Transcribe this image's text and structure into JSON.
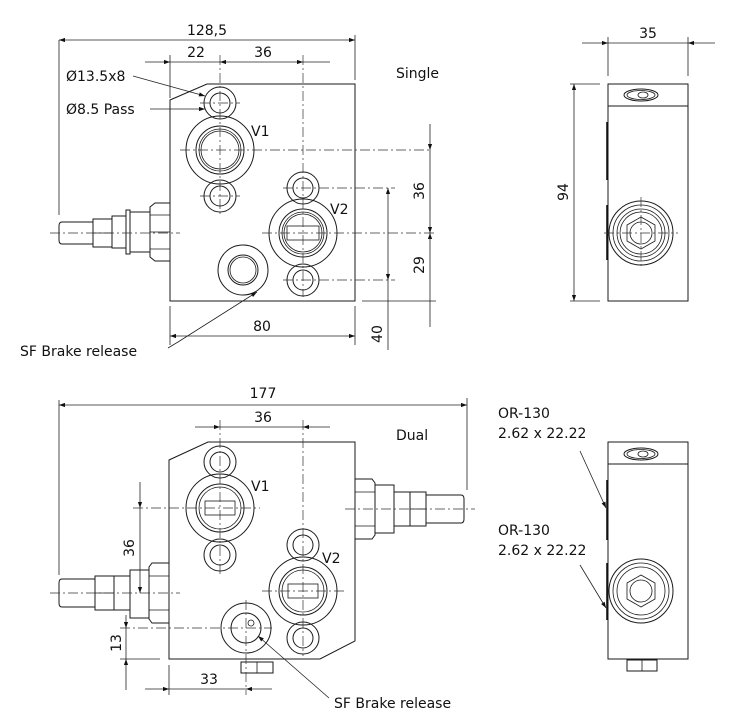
{
  "single_view": {
    "title": "Single",
    "dims": {
      "overall_width": "128,5",
      "hole_offset": "22",
      "port_spacing": "36",
      "body_width": "80",
      "v1_to_v2": "36",
      "v2_to_bottom": "29",
      "bottom_offset": "40"
    },
    "callouts": {
      "counterbore": "Ø13.5x8",
      "through_hole": "Ø8.5 Pass",
      "brake_release": "SF Brake release"
    },
    "ports": {
      "v1": "V1",
      "v2": "V2"
    }
  },
  "single_side_view": {
    "dims": {
      "width": "35",
      "height": "94"
    }
  },
  "dual_view": {
    "title": "Dual",
    "dims": {
      "overall_width": "177",
      "port_spacing": "36",
      "vertical_spacing": "36",
      "bottom_offset": "13",
      "brake_x_offset": "33"
    },
    "callouts": {
      "brake_release": "SF Brake release"
    },
    "ports": {
      "v1": "V1",
      "v2": "V2"
    }
  },
  "dual_side_view": {
    "oring_1": {
      "name": "OR-130",
      "size": "2.62 x 22.22"
    },
    "oring_2": {
      "name": "OR-130",
      "size": "2.62 x 22.22"
    }
  }
}
